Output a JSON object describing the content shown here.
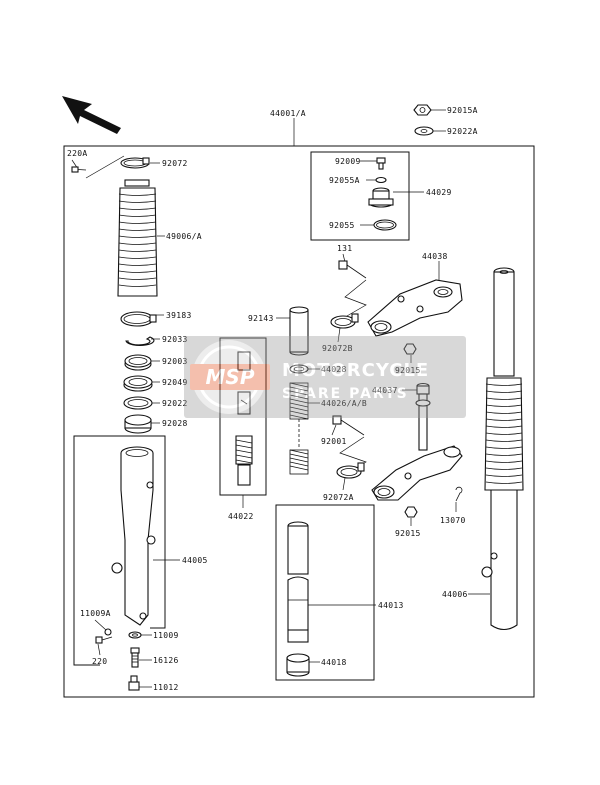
{
  "watermark": {
    "logo_text": "MSP",
    "line1": "MOTORCYCLE",
    "line2": "SPARE PARTS",
    "color": "#e35a2b"
  },
  "labels": {
    "l44001": "44001/A",
    "l92015a": "92015A",
    "l92022a": "92022A",
    "l220a": "220A",
    "l92072": "92072",
    "l49006": "49006/A",
    "l39183": "39183",
    "l92033": "92033",
    "l92003": "92003",
    "l92049": "92049",
    "l92022": "92022",
    "l92028": "92028",
    "l44005": "44005",
    "l11009a": "11009A",
    "l220": "220",
    "l11009": "11009",
    "l16126": "16126",
    "l11012": "11012",
    "l92009": "92009",
    "l92055a": "92055A",
    "l44029": "44029",
    "l92055": "92055",
    "l131": "131",
    "l44038": "44038",
    "l92143": "92143",
    "l92072b": "92072B",
    "l92015top": "92015",
    "l44028": "44028",
    "l44026": "44026/A/B",
    "l44037": "44037",
    "l92001": "92001",
    "l92072a": "92072A",
    "l92015bot": "92015",
    "l13070": "13070",
    "l44022": "44022",
    "l44013": "44013",
    "l44018": "44018",
    "l44006": "44006"
  }
}
